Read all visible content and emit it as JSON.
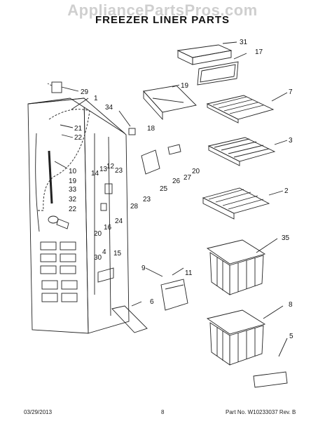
{
  "watermark": "AppliancePartsPros.com",
  "title": "FREEZER LINER PARTS",
  "footer": {
    "date": "03/29/2013",
    "page": "8",
    "part_no": "Part No.  W10233037   Rev. B"
  },
  "callouts": {
    "c31": "31",
    "c17": "17",
    "c29": "29",
    "c1": "1",
    "c19a": "19",
    "c34": "34",
    "c7": "7",
    "c18": "18",
    "c21": "21",
    "c22a": "22",
    "c3": "3",
    "c14": "14",
    "c13": "13",
    "c12": "12",
    "c23a": "23",
    "c10": "10",
    "c19b": "19",
    "c33": "33",
    "c27": "27",
    "c20a": "20",
    "c26": "26",
    "c25": "25",
    "c28": "28",
    "c23b": "23",
    "c2": "2",
    "c32": "32",
    "c22b": "22",
    "c24": "24",
    "c16": "16",
    "c20b": "20",
    "c35": "35",
    "c4": "4",
    "c15": "15",
    "c30": "30",
    "c9": "9",
    "c11": "11",
    "c6": "6",
    "c8": "8",
    "c5": "5"
  }
}
